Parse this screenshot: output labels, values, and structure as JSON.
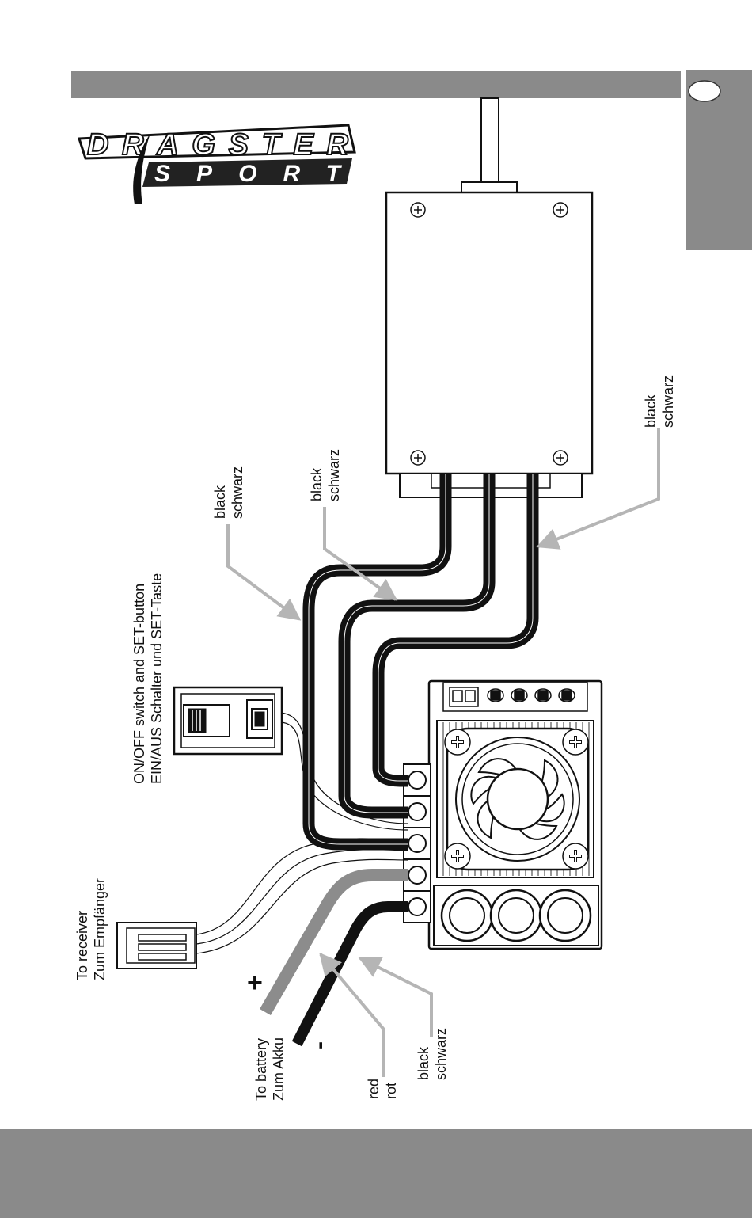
{
  "logo": {
    "line1": "DRAGSTER",
    "line2": "SPORT"
  },
  "labels": {
    "motor_wire_right": [
      "black",
      "schwarz"
    ],
    "motor_wire_middle": [
      "black",
      "schwarz"
    ],
    "motor_wire_left": [
      "black",
      "schwarz"
    ],
    "switch": [
      "ON/OFF switch and SET-button",
      "EIN/AUS Schalter und SET-Taste"
    ],
    "receiver": [
      "To receiver",
      "Zum Empfänger"
    ],
    "battery": [
      "To battery",
      "Zum Akku"
    ],
    "battery_red": [
      "red",
      "rot"
    ],
    "battery_black": [
      "black",
      "schwarz"
    ],
    "plus": "+",
    "minus": "-"
  },
  "colors": {
    "band_gray": "#8a8a8a",
    "wire_black": "#111111",
    "wire_red_print": "#8c8c8c",
    "leader_gray": "#b5b5b5"
  }
}
